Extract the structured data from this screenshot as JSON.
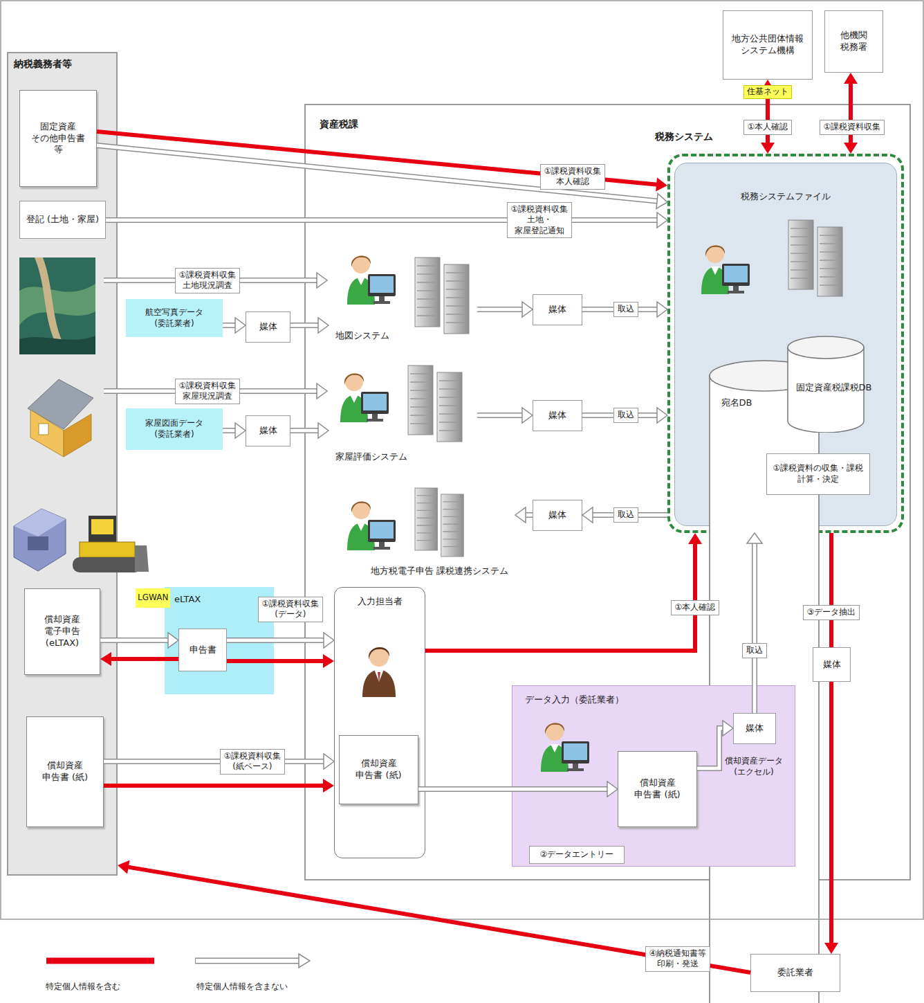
{
  "diagram": {
    "nodes": [
      {
        "text": [
          "納税義務者等"
        ]
      },
      {
        "text": [
          "固定資産 その他申告書 等"
        ],
        "in": 0
      },
      {
        "text": [
          "登記 (土地・家屋)"
        ],
        "in": 0
      },
      {
        "text": [
          "償却資産 電子申告 (eLTAX)"
        ],
        "in": 0
      },
      {
        "text": [
          "償却資産 申告書 (紙)"
        ],
        "in": 0
      },
      {
        "text": [
          "地方公共団体情報システム機構"
        ]
      },
      {
        "text": [
          "他機関 税務署"
        ]
      },
      {
        "text": [
          "資産税課"
        ]
      },
      {
        "text": [
          "税務システム"
        ],
        "in": 7
      },
      {
        "text": [
          "税務システムファイル"
        ],
        "in": 8
      },
      {
        "text": [
          "宛名DB"
        ],
        "in": 9
      },
      {
        "text": [
          "固定資産税課税DB"
        ],
        "in": 9
      },
      {
        "text": [
          "①課税資料の収集・課税計算・決定"
        ],
        "in": 9
      },
      {
        "text": [
          "航空写真データ (委託業者)"
        ]
      },
      {
        "text": [
          "媒体"
        ]
      },
      {
        "text": [
          "地図システム"
        ],
        "in": 7
      },
      {
        "text": [
          "媒体"
        ],
        "in": 7
      },
      {
        "text": [
          "家屋図面データ (委託業者)"
        ]
      },
      {
        "text": [
          "媒体"
        ]
      },
      {
        "text": [
          "家屋評価システム"
        ],
        "in": 7
      },
      {
        "text": [
          "媒体"
        ],
        "in": 7
      },
      {
        "text": [
          "地方税電子申告 課税連携システム"
        ],
        "in": 7
      },
      {
        "text": [
          "媒体"
        ],
        "in": 7
      },
      {
        "text": [
          "eLTAX"
        ]
      },
      {
        "text": [
          "申告書"
        ],
        "in": 23
      },
      {
        "text": [
          "入力担当者"
        ],
        "in": 7
      },
      {
        "text": [
          "償却資産 申告書 (紙)"
        ],
        "in": 25
      },
      {
        "text": [
          "データ入力（委託業者）"
        ],
        "in": 7
      },
      {
        "text": [
          "償却資産 申告書 (紙)"
        ],
        "in": 27
      },
      {
        "text": [
          "媒体"
        ],
        "in": 27
      },
      {
        "text": [
          "②データエントリー"
        ],
        "in": 27
      },
      {
        "text": [
          "媒体"
        ],
        "in": 7
      },
      {
        "text": [
          "委託業者"
        ]
      }
    ],
    "edges": [
      {
        "from": 1,
        "to": 8,
        "arrow": "to",
        "label": "①課税資料収集 本人確認"
      },
      {
        "from": 1,
        "to": 8,
        "arrow": "to"
      },
      {
        "from": 2,
        "to": 8,
        "arrow": "to",
        "label": "①課税資料収集 土地・家屋登記通知"
      },
      {
        "from": 13,
        "to": 14,
        "arrow": "to"
      },
      {
        "from": 14,
        "to": 15,
        "arrow": "to"
      },
      {
        "from": 15,
        "to": 16,
        "arrow": "to"
      },
      {
        "from": 16,
        "to": 8,
        "arrow": "to",
        "label": "取込"
      },
      {
        "from": 17,
        "to": 18,
        "arrow": "to"
      },
      {
        "from": 18,
        "to": 19,
        "arrow": "to"
      },
      {
        "from": 19,
        "to": 20,
        "arrow": "to"
      },
      {
        "from": 20,
        "to": 8,
        "arrow": "to",
        "label": "取込"
      },
      {
        "from": 8,
        "to": 22,
        "arrow": "to",
        "label": "取込"
      },
      {
        "from": 22,
        "to": 21,
        "arrow": "to"
      },
      {
        "from": 3,
        "to": 24,
        "arrow": "to"
      },
      {
        "from": 24,
        "to": 3,
        "arrow": "to"
      },
      {
        "from": 24,
        "to": 25,
        "arrow": "to",
        "label": "①課税資料収集 (データ)"
      },
      {
        "from": 24,
        "to": 25,
        "arrow": "to"
      },
      {
        "from": 25,
        "to": 8,
        "arrow": "to",
        "label": "①本人確認"
      },
      {
        "from": 4,
        "to": 25,
        "arrow": "to",
        "label": "①課税資料収集 (紙ベース)"
      },
      {
        "from": 4,
        "to": 25,
        "arrow": "to"
      },
      {
        "from": 26,
        "to": 28,
        "arrow": "to"
      },
      {
        "from": 28,
        "to": 29,
        "arrow": "to"
      },
      {
        "from": 29,
        "to": 8,
        "arrow": "to",
        "label": "取込"
      },
      {
        "from": 8,
        "to": 31,
        "arrow": "none",
        "label": "③データ抽出"
      },
      {
        "from": 31,
        "to": 32,
        "arrow": "to"
      },
      {
        "from": 32,
        "to": 0,
        "arrow": "to",
        "label": "④納税通知書等 印刷・発送"
      },
      {
        "from": 5,
        "to": 8,
        "arrow": "both",
        "label": "①本人確認"
      },
      {
        "from": 6,
        "to": 8,
        "arrow": "both",
        "label": "①課税資料収集"
      }
    ],
    "labels": [
      "①課税資料収集 土地現況調査",
      "①課税資料収集 家屋現況調査",
      "LGWAN",
      "住基ネット",
      "償却資産データ (エクセル)"
    ],
    "legend": [
      {
        "text": "特定個人情報を含む"
      },
      {
        "text": "特定個人情報を含まない"
      }
    ]
  }
}
